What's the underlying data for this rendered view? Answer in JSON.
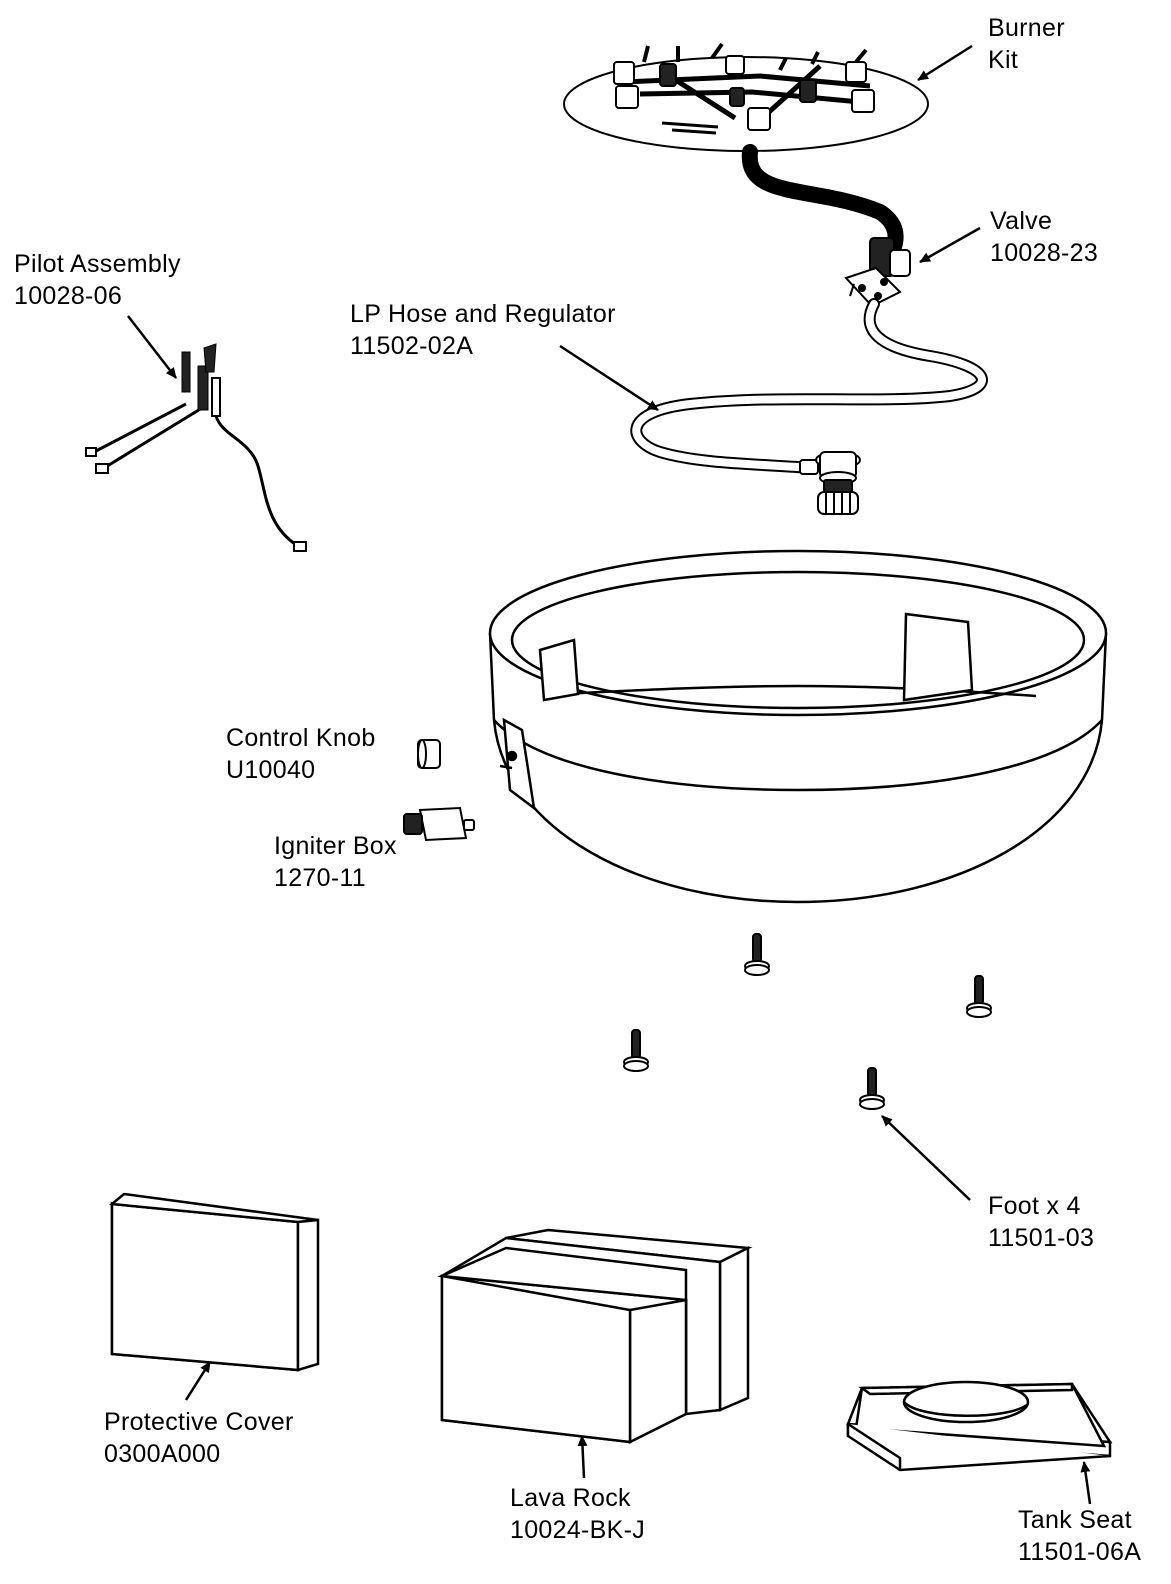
{
  "parts": [
    {
      "id": "burner-kit",
      "name_lines": [
        "Burner",
        "Kit"
      ],
      "part_number": ""
    },
    {
      "id": "valve",
      "name_lines": [
        "Valve"
      ],
      "part_number": "10028-23"
    },
    {
      "id": "pilot-assembly",
      "name_lines": [
        "Pilot Assembly"
      ],
      "part_number": "10028-06"
    },
    {
      "id": "lp-hose-regulator",
      "name_lines": [
        "LP Hose and Regulator"
      ],
      "part_number": "11502-02A"
    },
    {
      "id": "control-knob",
      "name_lines": [
        "Control Knob"
      ],
      "part_number": "U10040"
    },
    {
      "id": "igniter-box",
      "name_lines": [
        "Igniter Box"
      ],
      "part_number": "1270-11"
    },
    {
      "id": "foot",
      "name_lines": [
        "Foot x 4"
      ],
      "part_number": "11501-03"
    },
    {
      "id": "protective-cover",
      "name_lines": [
        "Protective Cover"
      ],
      "part_number": "0300A000"
    },
    {
      "id": "lava-rock",
      "name_lines": [
        "Lava Rock"
      ],
      "part_number": "10024-BK-J"
    },
    {
      "id": "tank-seat",
      "name_lines": [
        "Tank Seat"
      ],
      "part_number": "11501-06A"
    }
  ]
}
